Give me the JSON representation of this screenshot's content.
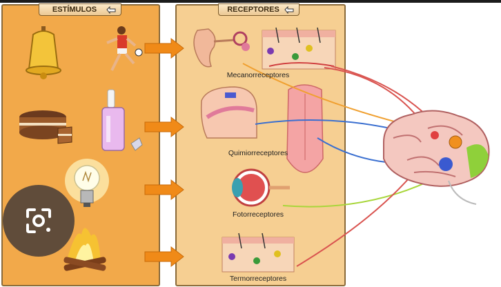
{
  "panels": {
    "stimuli_title": "ESTÍMULOS",
    "receptors_title": "RECEPTORES"
  },
  "receptors": [
    {
      "label": "Mecanorreceptores"
    },
    {
      "label": "Quimiorreceptores"
    },
    {
      "label": "Fotorreceptores"
    },
    {
      "label": "Termorreceptores"
    }
  ],
  "stimuli": [
    "bell-icon",
    "soccer-player-icon",
    "cake-icon",
    "perfume-bottle-icon",
    "light-bulb-icon",
    "campfire-icon"
  ],
  "colors": {
    "stimuli_panel": "#f2a94a",
    "receptors_panel": "#f6cf92",
    "arrow": "#f08a18",
    "nerve_red": "#d9534f",
    "nerve_orange": "#f0a030",
    "nerve_blue": "#3a6fd0",
    "nerve_green": "#a8d63a"
  }
}
